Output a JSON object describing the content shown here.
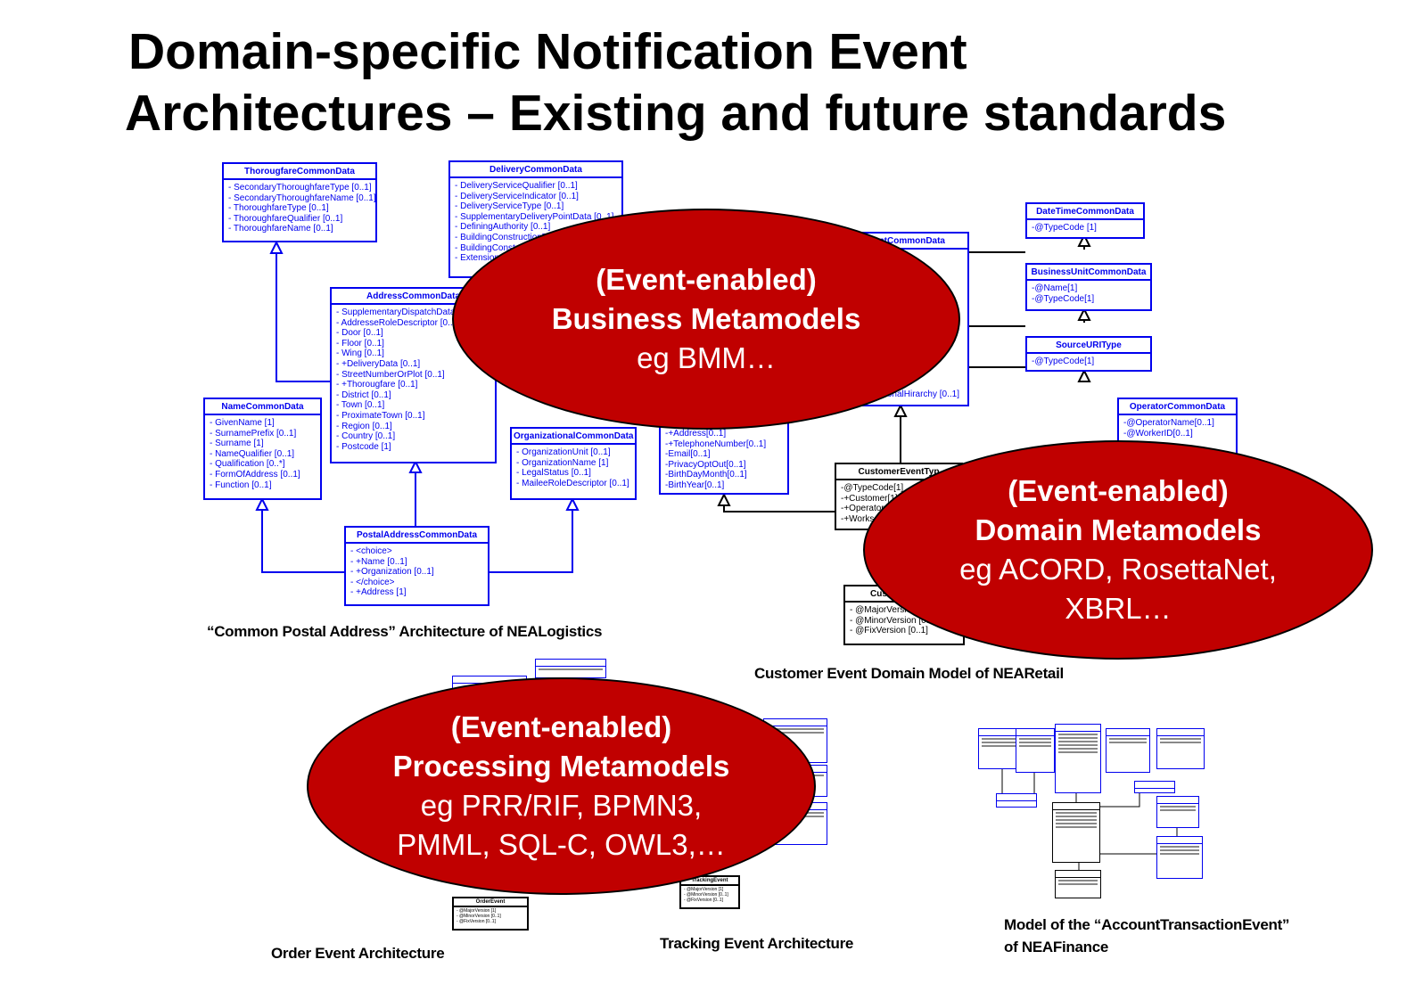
{
  "title": {
    "line1": "Domain-specific Notification Event",
    "line2": "Architectures – Existing and future standards"
  },
  "postal": {
    "caption": "“Common Postal Address” Architecture of NEALogistics",
    "thoroughfare": {
      "name": "ThorougfareCommonData",
      "attrs": [
        "- SecondaryThoroughfareType [0..1]",
        "- SecondaryThoroughfareName [0..1]",
        "- ThoroughfareType [0..1]",
        "- ThoroughfareQualifier [0..1]",
        "- ThoroughfareName [0..1]"
      ]
    },
    "delivery": {
      "name": "DeliveryCommonData",
      "attrs": [
        "- DeliveryServiceQualifier [0..1]",
        "- DeliveryServiceIndicator [0..1]",
        "- DeliveryServiceType [0..1]",
        "- SupplementaryDeliveryPointData [0..1]",
        "- DefiningAuthority [0..1]",
        "- BuildingConstructionT",
        "- BuildingConstruc",
        "- Extension"
      ]
    },
    "address": {
      "name": "AddressCommonData",
      "attrs": [
        "- SupplementaryDispatchData",
        "- AddresseRoleDescriptor [0..1",
        "- Door [0..1]",
        "- Floor [0..1]",
        "- Wing [0..1]",
        "- +DeliveryData [0..1]",
        "- StreetNumberOrPlot [0..1]",
        "- +Thorougfare [0..1]",
        "- District [0..1]",
        "- Town [0..1]",
        "- ProximateTown [0..1]",
        "- Region [0..1]",
        "- Country [0..1]",
        "- Postcode [1]"
      ]
    },
    "name": {
      "name": "NameCommonData",
      "attrs": [
        "- GivenName [1]",
        "- SurnamePrefix [0..1]",
        "- Surname [1]",
        "- NameQualifier [0..1]",
        "- Qualification [0..*]",
        "- FormOfAddress [0..1]",
        "- Function [0..1]"
      ]
    },
    "organizational": {
      "name": "OrganizationalCommonData",
      "attrs": [
        "- OrganizationUnit [0..1]",
        "- OrganizationName [1]",
        "- LegalStatus [0..1]",
        "- MaileeRoleDescriptor [0..1]"
      ]
    },
    "postaladdress": {
      "name": "PostalAddressCommonData",
      "attrs": [
        "- <choice>",
        "- +Name [0..1]",
        "- +Organization [0..1]",
        "- </choice>",
        "- +Address [1]"
      ]
    }
  },
  "retail": {
    "caption": "Customer Event Domain Model of NEARetail",
    "agent": {
      "name": "entCommonData",
      "attrs": [
        "onalHirarchy [0..1]"
      ]
    },
    "datetime": {
      "name": "DateTimeCommonData",
      "attrs": [
        "-@TypeCode [1]"
      ]
    },
    "businessunit": {
      "name": "BusinessUnitCommonData",
      "attrs": [
        "-@Name[1]",
        "-@TypeCode[1]"
      ]
    },
    "sourceuri": {
      "name": "SourceURIType",
      "attrs": [
        "-@TypeCode[1]"
      ]
    },
    "operator": {
      "name": "OperatorCommonData",
      "attrs": [
        "-@OperatorName[0..1]",
        "-@WorkerID[0..1]"
      ]
    },
    "customerdata": {
      "name": "",
      "attrs": [
        "-+Address[0..1]",
        "-+TelephoneNumber[0..1]",
        "-Email[0..1]",
        "-PrivacyOptOut[0..1]",
        "-BirthDayMonth[0..1]",
        "-BirthYear[0..1]"
      ]
    },
    "eventtype": {
      "name": "CustomerEventTyp",
      "attrs": [
        "-@TypeCode[1]",
        "-+Customer[1]",
        "-+Operator",
        "-+Works"
      ]
    },
    "customerevent": {
      "name": "Cus",
      "attrs": [
        "- @MajorVersion",
        "- @MinorVersion [0..",
        "- @FixVersion [0..1]"
      ]
    }
  },
  "ellipses": {
    "business": {
      "l1": "(Event-enabled)",
      "l2": "Business Metamodels",
      "l3": "eg BMM…"
    },
    "domain": {
      "l1": "(Event-enabled)",
      "l2": "Domain Metamodels",
      "l3": "eg ACORD, RosettaNet,",
      "l4": "XBRL…"
    },
    "processing": {
      "l1": "(Event-enabled)",
      "l2": "Processing Metamodels",
      "l3": "eg  PRR/RIF, BPMN3,",
      "l4": "PMML, SQL-C, OWL3,…"
    }
  },
  "order": {
    "caption": "Order Event Architecture",
    "box": {
      "name": "OrderEvent",
      "attrs": [
        "- @MajorVersion [1]",
        "- @MinorVersion [0..1]",
        "- @FixVersion [0..1]"
      ]
    }
  },
  "tracking": {
    "caption": "Tracking Event Architecture",
    "box": {
      "name": "TrackingEvent",
      "attrs": [
        "- @MajorVersion [1]",
        "- @MinorVersion [0..1]",
        "- @FixVersion [0..1]"
      ]
    }
  },
  "finance": {
    "caption_line1": "Model of the “AccountTransactionEvent”",
    "caption_line2": "of NEAFinance"
  }
}
